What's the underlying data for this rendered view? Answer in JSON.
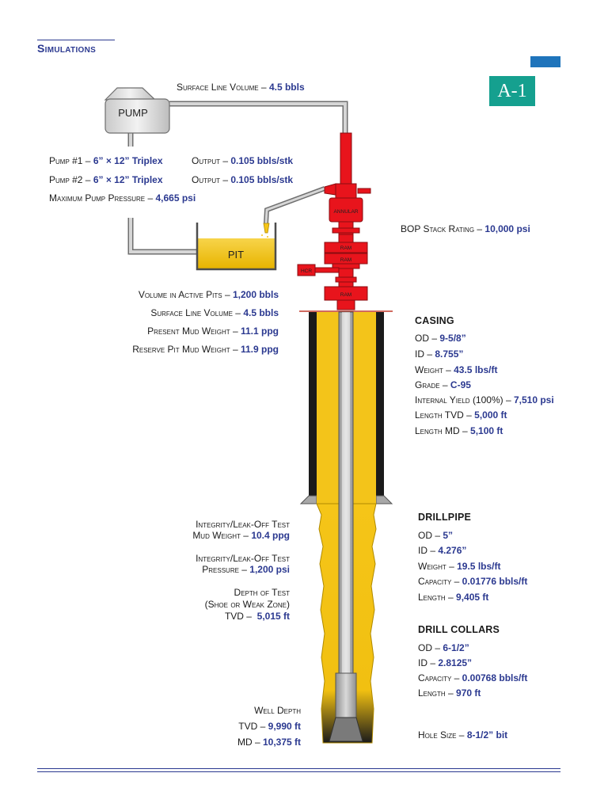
{
  "header": {
    "section_title": "Simulations",
    "badge": "A-1"
  },
  "colors": {
    "accent": "#2b3990",
    "badge": "#15a08f",
    "tab": "#1f74bb",
    "bop": "#e8141c",
    "mud": "#f2c418",
    "casing": "#1a1a1a",
    "pipe": "#a8a8a8"
  },
  "diagram": {
    "pump_label": "PUMP",
    "pit_label": "PIT",
    "annular_label": "ANNULAR",
    "ram_label": "RAM",
    "hcr_label": "HCR"
  },
  "surface": {
    "surface_line_label": "Surface Line Volume",
    "surface_line_value": "4.5 bbls",
    "pump1_label": "Pump #1",
    "pump1_value": "6” × 12” Triplex",
    "pump1_output_label": "Output",
    "pump1_output_value": "0.105 bbls/stk",
    "pump2_label": "Pump #2",
    "pump2_value": "6” × 12” Triplex",
    "pump2_output_label": "Output",
    "pump2_output_value": "0.105 bbls/stk",
    "max_pressure_label": "Maximum Pump Pressure",
    "max_pressure_value": "4,665 psi",
    "bop_rating_label": "BOP Stack Rating",
    "bop_rating_value": "10,000 psi"
  },
  "pits": {
    "active_label": "Volume in Active Pits",
    "active_value": "1,200 bbls",
    "surface_line_label": "Surface Line Volume",
    "surface_line_value": "4.5 bbls",
    "present_mw_label": "Present Mud Weight",
    "present_mw_value": "11.1 ppg",
    "reserve_mw_label": "Reserve Pit Mud Weight",
    "reserve_mw_value": "11.9 ppg"
  },
  "casing": {
    "title": "CASING",
    "od_label": "OD",
    "od_value": "9-5/8”",
    "id_label": "ID",
    "id_value": "8.755”",
    "weight_label": "Weight",
    "weight_value": "43.5 lbs/ft",
    "grade_label": "Grade",
    "grade_value": "C-95",
    "yield_label": "Internal Yield",
    "yield_pct": "(100%)",
    "yield_value": "7,510 psi",
    "tvd_label": "Length TVD",
    "tvd_value": "5,000 ft",
    "md_label": "Length MD",
    "md_value": "5,100 ft"
  },
  "drillpipe": {
    "title": "DRILLPIPE",
    "od_label": "OD",
    "od_value": "5”",
    "id_label": "ID",
    "id_value": "4.276”",
    "weight_label": "Weight",
    "weight_value": "19.5 lbs/ft",
    "capacity_label": "Capacity",
    "capacity_value": "0.01776 bbls/ft",
    "length_label": "Length",
    "length_value": "9,405 ft"
  },
  "collars": {
    "title": "DRILL COLLARS",
    "od_label": "OD",
    "od_value": "6-1/2”",
    "id_label": "ID",
    "id_value": "2.8125”",
    "capacity_label": "Capacity",
    "capacity_value": "0.00768 bbls/ft",
    "length_label": "Length",
    "length_value": "970 ft"
  },
  "hole": {
    "label": "Hole Size",
    "value": "8-1/2” bit"
  },
  "leakoff": {
    "mw_title": "Integrity/Leak-Off Test",
    "mw_label": "Mud Weight",
    "mw_value": "10.4 ppg",
    "pressure_title": "Integrity/Leak-Off Test",
    "pressure_label": "Pressure",
    "pressure_value": "1,200 psi",
    "depth_label": "Depth of Test",
    "depth_note": "(Shoe or Weak Zone)",
    "depth_tvd_label": "TVD",
    "depth_tvd_value": "5,015 ft"
  },
  "well": {
    "depth_label": "Well Depth",
    "tvd_label": "TVD",
    "tvd_value": "9,990 ft",
    "md_label": "MD",
    "md_value": "10,375 ft"
  }
}
